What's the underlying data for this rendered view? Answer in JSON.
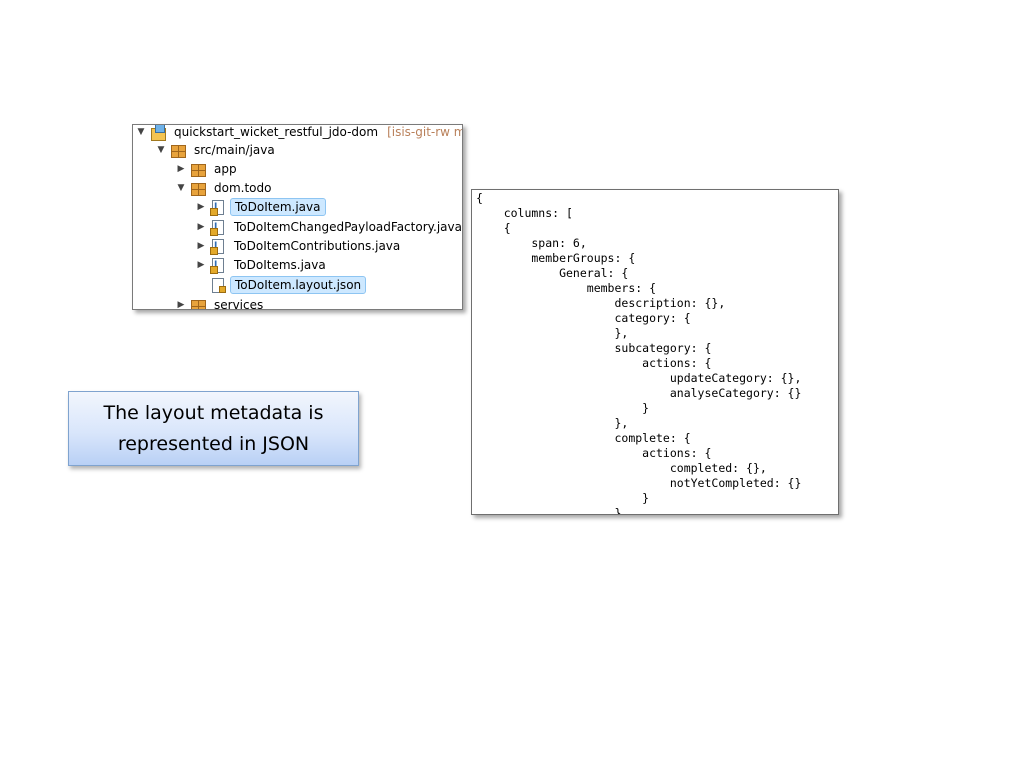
{
  "tree": {
    "items": [
      {
        "label": "quickstart_wicket_restful_jdo-dom",
        "decoration": "[isis-git-rw mas",
        "icon": "project-icon",
        "twisty": "▼"
      },
      {
        "label": "src/main/java",
        "icon": "source-folder-icon",
        "twisty": "▼"
      },
      {
        "label": "app",
        "icon": "package-icon",
        "twisty": "▶"
      },
      {
        "label": "dom.todo",
        "icon": "package-icon",
        "twisty": "▼"
      },
      {
        "label": "ToDoItem.java",
        "icon": "java-file-icon",
        "twisty": "▶",
        "selected": true
      },
      {
        "label": "ToDoItemChangedPayloadFactory.java",
        "icon": "java-file-icon",
        "twisty": "▶"
      },
      {
        "label": "ToDoItemContributions.java",
        "icon": "java-file-icon",
        "twisty": "▶"
      },
      {
        "label": "ToDoItems.java",
        "icon": "java-file-icon",
        "twisty": "▶"
      },
      {
        "label": "ToDoItem.layout.json",
        "icon": "json-file-icon",
        "twisty": "",
        "selected": true
      },
      {
        "label": "services",
        "icon": "package-icon",
        "twisty": "▶"
      }
    ]
  },
  "callout": {
    "line1": "The layout metadata is",
    "line2": "represented in JSON"
  },
  "json_code": {
    "lines": [
      "{",
      "    columns: [",
      "    {",
      "        span: 6,",
      "        memberGroups: {",
      "            General: {",
      "                members: {",
      "                    description: {},",
      "                    category: {",
      "                    },",
      "                    subcategory: {",
      "                        actions: {",
      "                            updateCategory: {},",
      "                            analyseCategory: {}",
      "                        }",
      "                    },",
      "                    complete: {",
      "                        actions: {",
      "                            completed: {},",
      "                            notYetCompleted: {}",
      "                        }",
      "                    }"
    ]
  }
}
